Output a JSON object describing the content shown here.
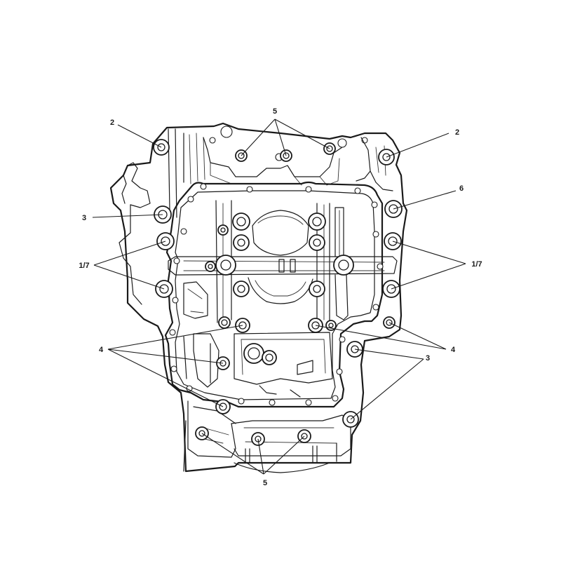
{
  "callouts": {
    "c5_top": "5",
    "c2_left": "2",
    "c2_right": "2",
    "c6": "6",
    "c3_left": "3",
    "c17_left": "1/7",
    "c17_right": "1/7",
    "c4_left": "4",
    "c4_right": "4",
    "c3_right": "3",
    "c5_bottom": "5"
  }
}
